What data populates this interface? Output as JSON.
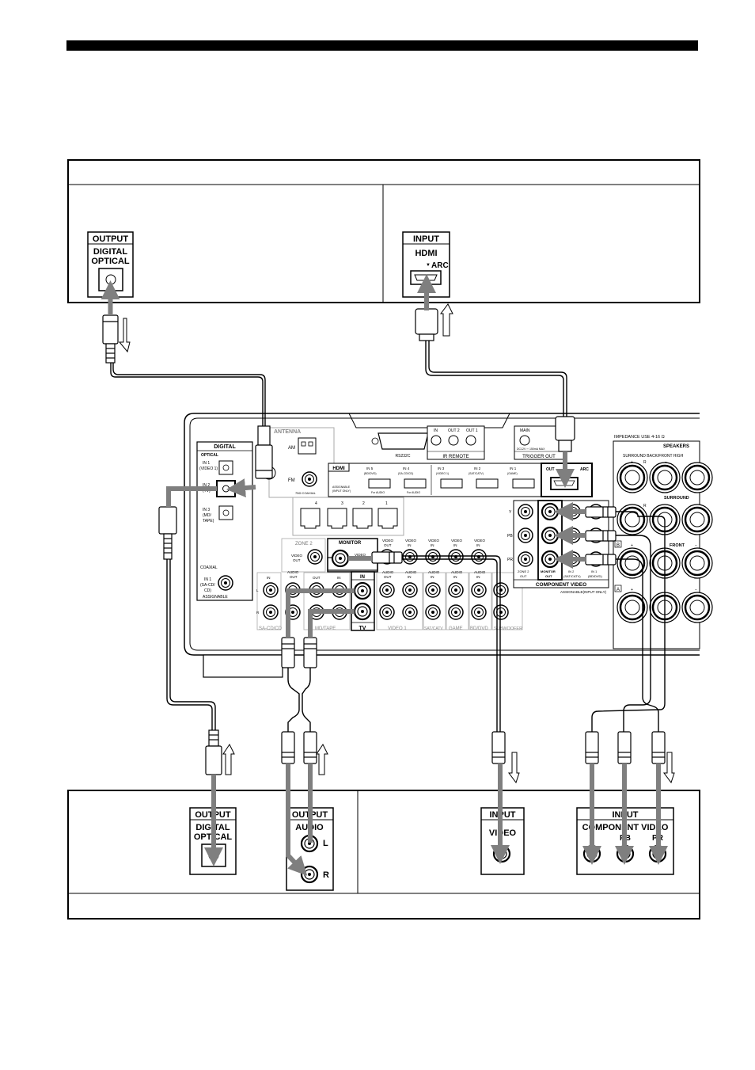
{
  "top_device": {
    "left_panel": {
      "header": "OUTPUT",
      "line1": "DIGITAL",
      "line2": "OPTICAL"
    },
    "right_panel": {
      "header": "INPUT",
      "line1": "HDMI",
      "line2": "ARC",
      "arrow_glyph": "▼"
    }
  },
  "receiver": {
    "digital": {
      "title": "DIGITAL",
      "optical": "OPTICAL",
      "in1": "IN 1",
      "in1_sub": "(VIDEO 1)",
      "in2": "IN 2",
      "in2_sub": "(TV)",
      "in3": "IN 3",
      "in3_sub": "(MD/",
      "in3_sub2": "TAPE)",
      "coaxial": "COAXIAL",
      "coax_in": "IN 1",
      "coax_sub": "(SA-CD/",
      "coax_sub2": "CD)",
      "assignable": "ASSIGNABLE"
    },
    "antenna": "ANTENNA",
    "am": "AM",
    "fm": "FM",
    "fm_sub": "75Ω COAXIAL",
    "rs232c": "RS232C",
    "ir_remote": "IR REMOTE",
    "ir_in": "IN",
    "ir_out2": "OUT 2",
    "ir_out1": "OUT 1",
    "trigger_main": "MAIN",
    "trigger_out": "TRIGGER OUT",
    "trigger_spec": "DC12V ⎓ 150mA MAX",
    "hdmi": {
      "title": "HDMI",
      "assignable": "ASSIGNABLE",
      "assignable2": "(INPUT ONLY)",
      "ports": [
        "IN 5",
        "IN 4",
        "IN 3",
        "IN 2",
        "IN 1"
      ],
      "subs": [
        "(BD/DVD)",
        "(SA-CD/CD)",
        "(VIDEO 1)",
        "(SAT/CATV)",
        "(GAME)"
      ],
      "for_audio": "For AUDIO",
      "out": "OUT",
      "arc": "ARC"
    },
    "impedance": "IMPEDANCE USE 4-16 Ω",
    "speakers": "SPEAKERS",
    "surround_back": "SURROUND BACK/FRONT HIGH",
    "surround": "SURROUND",
    "front": "FRONT",
    "b_label": "B",
    "a_label": "A",
    "plus": "+",
    "minus": "−",
    "r": "R",
    "zone2": "ZONE 2",
    "video_out": "VIDEO",
    "video_out2": "OUT",
    "monitor": "MONITOR",
    "monitor_video": "VIDEO",
    "monitor_out": "OUT",
    "tv": "TV",
    "in": "IN",
    "out": "OUT",
    "audio": "AUDIO",
    "l": "L",
    "sacd": "SA-CD/CD",
    "md_tape": "MD/TAPE",
    "video1": "VIDEO 1",
    "satcatv": "SAT/CATV",
    "game": "GAME",
    "bddvd": "BD/DVD",
    "subwoofer": "SUBWOOFER",
    "component_video": "COMPONENT VIDEO",
    "comp_assignable": "ASSIGNABLE(INPUT ONLY)",
    "comp_y": "Y",
    "comp_pb": "PB",
    "comp_pr": "PR",
    "comp_zone2": "ZONE 2",
    "comp_zone2_out": "OUT",
    "comp_monitor": "MONITOR",
    "comp_monitor_out": "OUT",
    "comp_in2": "IN 2",
    "comp_in2_sub": "(SAT/CATV)",
    "comp_in1": "IN 1",
    "comp_in1_sub": "(BD/DVD)",
    "eth": [
      "4",
      "3",
      "2",
      "1"
    ]
  },
  "bottom_device": {
    "optical": {
      "header": "OUTPUT",
      "line1": "DIGITAL",
      "line2": "OPTICAL"
    },
    "audio": {
      "header": "OUTPUT",
      "line1": "AUDIO",
      "l": "L",
      "r": "R"
    },
    "video": {
      "header": "INPUT",
      "line1": "VIDEO"
    },
    "component": {
      "header": "INPUT",
      "line1": "COMPONENT VIDEO",
      "y": "Y",
      "pb": "PB",
      "pr": "PR"
    }
  },
  "colors": {
    "arrow": "#7f7f7f",
    "panel_gray": "#888888",
    "line": "#000000"
  }
}
